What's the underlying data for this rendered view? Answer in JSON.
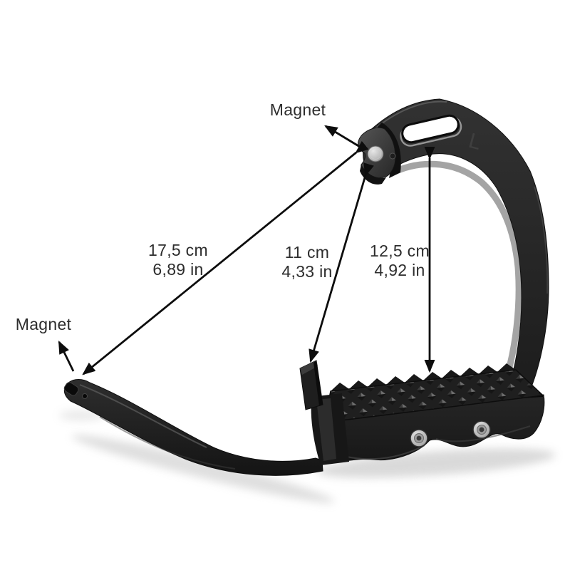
{
  "background": "#ffffff",
  "product": {
    "type": "magnetic-safety-stirrup-photo",
    "side_marking": "L",
    "colors": {
      "body": "#242424",
      "body_dark": "#161616",
      "tread": "#1f1f1f",
      "magnet": "#c7c7c7",
      "highlight": "#6b6b6b"
    }
  },
  "annotations": {
    "text_color": "#2d2d2d",
    "arrow_color": "#0d0d0d",
    "labels": [
      {
        "id": "magnet-top",
        "text": "Magnet"
      },
      {
        "id": "magnet-bottom",
        "text": "Magnet"
      }
    ],
    "measurements": [
      {
        "id": "magnet-to-magnet",
        "cm": "17,5 cm",
        "inches": "6,89 in"
      },
      {
        "id": "footbed-to-release",
        "cm": "11 cm",
        "inches": "4,33 in"
      },
      {
        "id": "footbed-to-arch",
        "cm": "12,5 cm",
        "inches": "4,92 in"
      }
    ]
  }
}
